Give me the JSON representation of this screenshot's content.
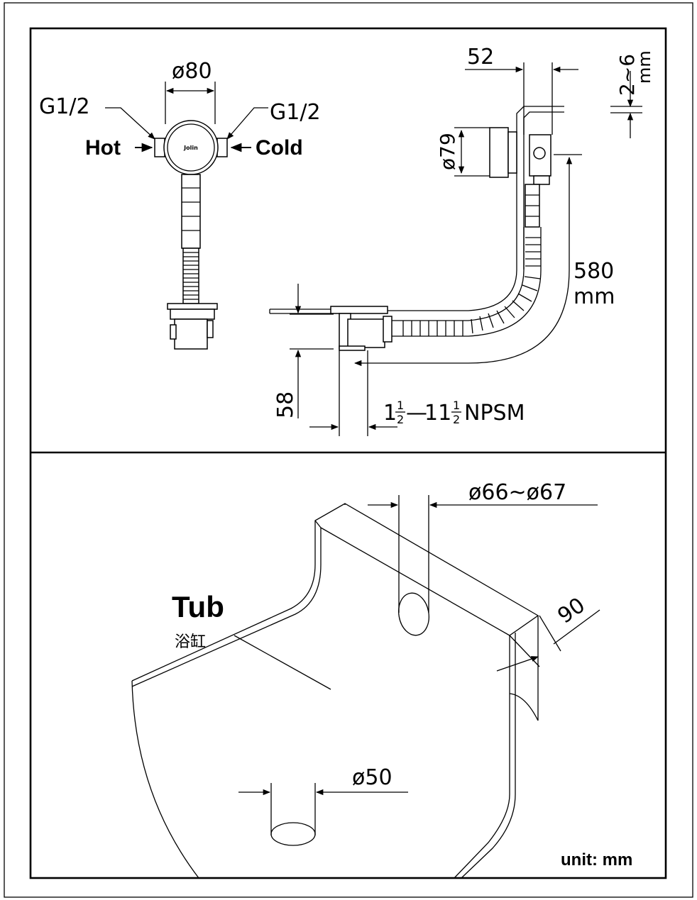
{
  "top_view": {
    "diameter_label": "ø80",
    "left_thread_label": "G1/2",
    "right_thread_label": "G1/2",
    "hot_label": "Hot",
    "cold_label": "Cold",
    "brand_mark": "Jolin"
  },
  "side_view": {
    "width_label": "52",
    "gap_label": "2~6",
    "gap_unit": "mm",
    "overflow_diameter_label": "ø79",
    "length_value": "580",
    "length_unit": "mm",
    "drain_height_label": "58",
    "thread_spec": {
      "a_whole": "1",
      "a_num": "1",
      "a_den": "2",
      "dash": "—",
      "b_whole": "11",
      "b_num": "1",
      "b_den": "2",
      "suffix": "NPSM"
    }
  },
  "tub_view": {
    "overflow_hole_label": "ø66~ø67",
    "wall_label": "90",
    "drain_hole_label": "ø50",
    "tub_label": "Tub",
    "tub_label_cn": "浴缸",
    "unit_label": "unit: mm"
  }
}
